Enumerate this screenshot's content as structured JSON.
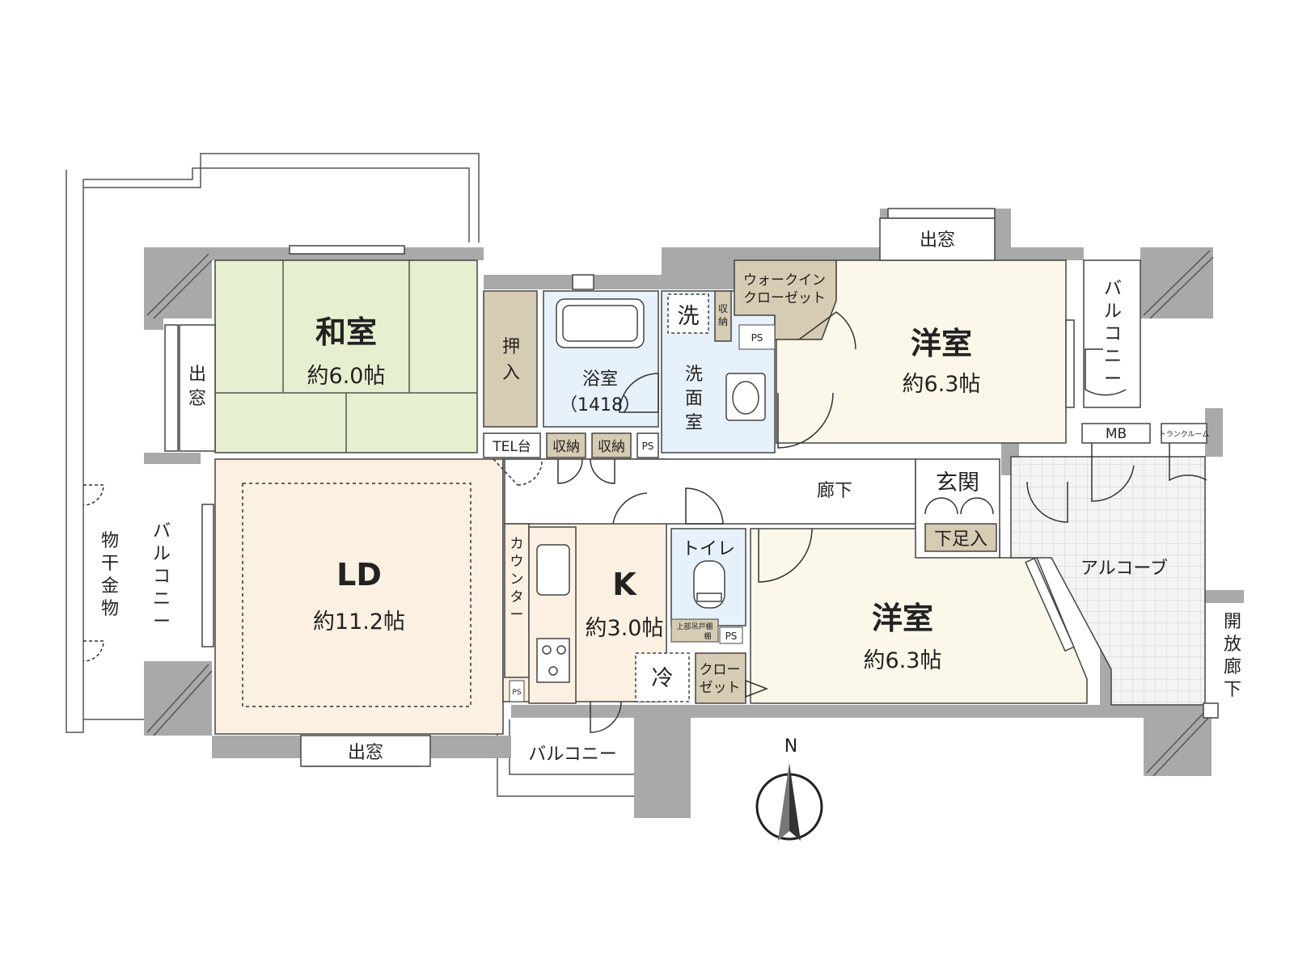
{
  "rooms": {
    "washitsu": {
      "name": "和室",
      "area": "約6.0帖"
    },
    "ld": {
      "name": "LD",
      "area": "約11.2帖"
    },
    "kitchen": {
      "name": "K",
      "area": "約3.0帖"
    },
    "youshitsu1": {
      "name": "洋室",
      "area": "約6.3帖"
    },
    "youshitsu2": {
      "name": "洋室",
      "area": "約6.3帖"
    },
    "bath": {
      "name": "浴室",
      "size": "（1418）"
    },
    "washroom": {
      "chars": [
        "洗",
        "面",
        "室"
      ]
    },
    "toilet": {
      "name": "トイレ"
    },
    "hallway": {
      "name": "廊下"
    },
    "entrance": {
      "name": "玄関"
    },
    "alcove": {
      "name": "アルコーブ"
    }
  },
  "storage": {
    "oshiire": {
      "chars": [
        "押",
        "入"
      ]
    },
    "wic": {
      "line1": "ウォークイン",
      "line2": "クローゼット"
    },
    "shunou1": "収納",
    "shunou2": "収納",
    "shunou_small": [
      "収",
      "納"
    ],
    "closet": {
      "line1": "クロー",
      "line2": "ゼット"
    },
    "getabako": "下足入"
  },
  "fixtures": {
    "tel": "TEL台",
    "ps": "PS",
    "mb": "MB",
    "trunk_room": "トランクルーム",
    "washer": "洗",
    "fridge": "冷",
    "counter_chars": [
      "カ",
      "ウ",
      "ン",
      "タ",
      "ー"
    ],
    "toilet_storage_line1": "上部吊戸棚",
    "toilet_storage_line2": "棚"
  },
  "outside": {
    "bay_window": "出窓",
    "bay_window_left_chars": [
      "出",
      "窓"
    ],
    "balcony_chars": [
      "バ",
      "ル",
      "コ",
      "ニ",
      "ー"
    ],
    "balcony_label": "バルコニー",
    "drying_hardware_chars": [
      "物",
      "干",
      "金",
      "物"
    ],
    "open_corridor_chars": [
      "開",
      "放",
      "廊",
      "下"
    ]
  },
  "compass": {
    "north": "N"
  },
  "colors": {
    "wall": "#a9a9a9",
    "washitsu": "#e6efcf",
    "ld": "#fbf0e1",
    "youshitsu": "#fbf8ea",
    "wet": "#e7f1fb",
    "storage": "#d6cbb3",
    "line": "#333333"
  }
}
